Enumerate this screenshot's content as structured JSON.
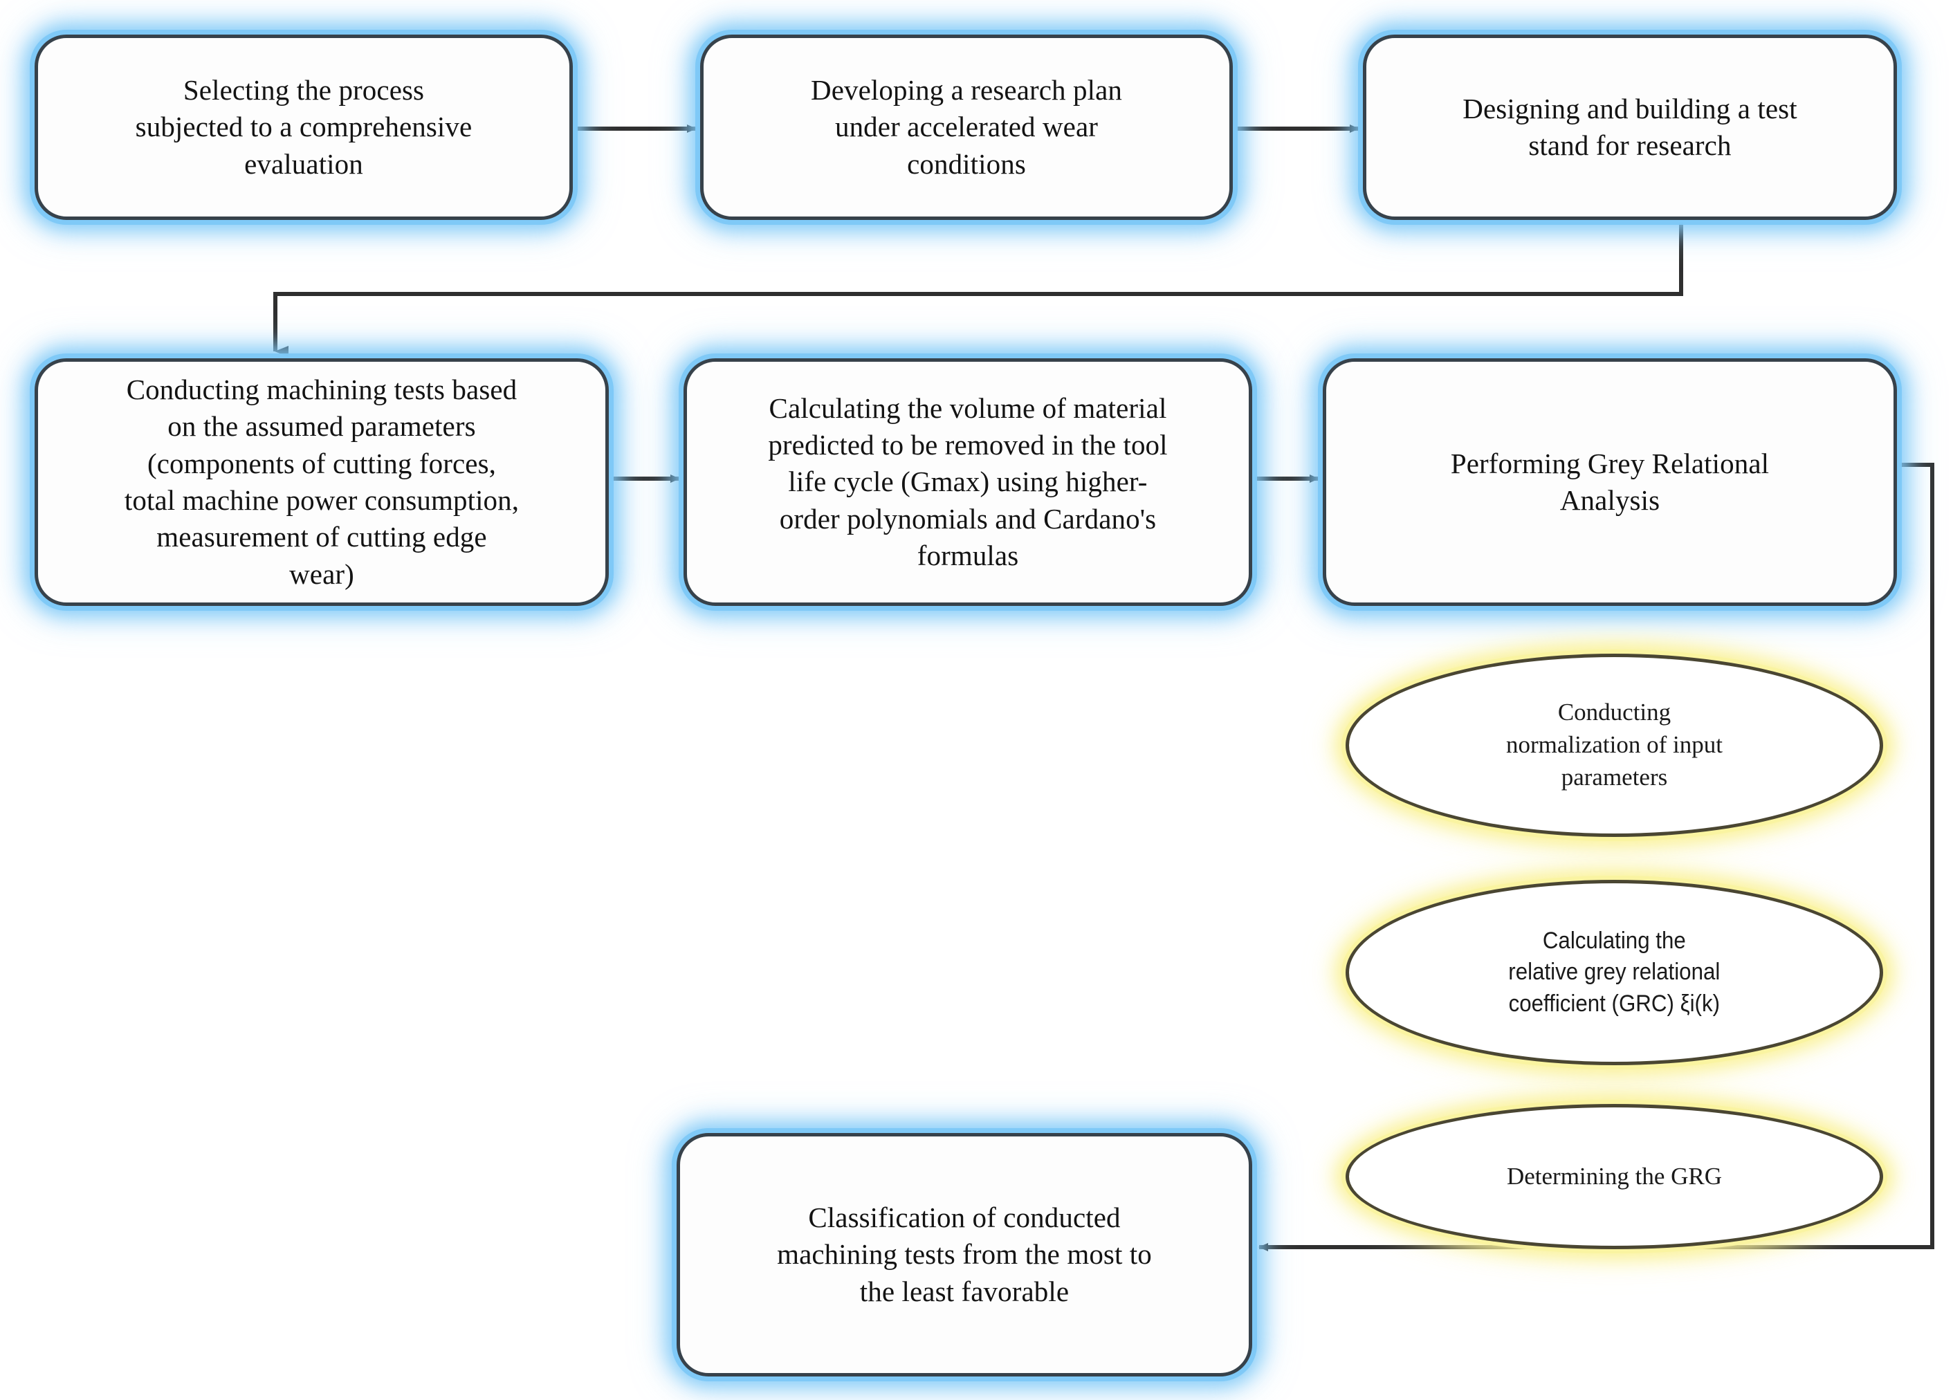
{
  "diagram": {
    "title": "Research methodology flowchart",
    "colors": {
      "box_border": "#37424b",
      "box_glow": "#7dc8f7",
      "ellipse_border": "#4a4632",
      "ellipse_glow": "#faf3a0",
      "connector": "#2b2b2b",
      "background": "#ffffff"
    },
    "nodes": [
      {
        "id": "n1",
        "shape": "rounded-rect",
        "label": "Selecting the process\nsubjected to a comprehensive\nevaluation"
      },
      {
        "id": "n2",
        "shape": "rounded-rect",
        "label": "Developing a research plan\nunder accelerated wear\nconditions"
      },
      {
        "id": "n3",
        "shape": "rounded-rect",
        "label": "Designing and building a test\nstand for research"
      },
      {
        "id": "n4",
        "shape": "rounded-rect",
        "label": "Conducting machining tests based\non the assumed parameters\n(components of cutting forces,\ntotal machine power consumption,\nmeasurement of cutting edge\nwear)"
      },
      {
        "id": "n5",
        "shape": "rounded-rect",
        "label": "Calculating the volume of material\npredicted to be removed in the tool\nlife cycle (Gmax) using higher-\norder polynomials and Cardano's\nformulas"
      },
      {
        "id": "n6",
        "shape": "rounded-rect",
        "label": "Performing Grey Relational\nAnalysis"
      },
      {
        "id": "e1",
        "shape": "ellipse",
        "label": "Conducting\nnormalization of input\nparameters"
      },
      {
        "id": "e2",
        "shape": "ellipse",
        "label": "Calculating the\nrelative grey relational\ncoefficient (GRC) ξi(k)"
      },
      {
        "id": "e3",
        "shape": "ellipse",
        "label": "Determining the GRG"
      },
      {
        "id": "n7",
        "shape": "rounded-rect",
        "label": "Classification of conducted\nmachining tests from the most to\nthe least favorable"
      }
    ],
    "edges": [
      {
        "id": "c1",
        "from": "n1",
        "to": "n2",
        "style": "straight-right"
      },
      {
        "id": "c2",
        "from": "n2",
        "to": "n3",
        "style": "straight-right"
      },
      {
        "id": "c3",
        "from": "n3",
        "to": "n4",
        "style": "down-left-down"
      },
      {
        "id": "c4",
        "from": "n4",
        "to": "n5",
        "style": "straight-right"
      },
      {
        "id": "c5",
        "from": "n5",
        "to": "n6",
        "style": "straight-right"
      },
      {
        "id": "c6",
        "from": "n6",
        "to": "n7",
        "style": "right-down-left"
      }
    ]
  }
}
